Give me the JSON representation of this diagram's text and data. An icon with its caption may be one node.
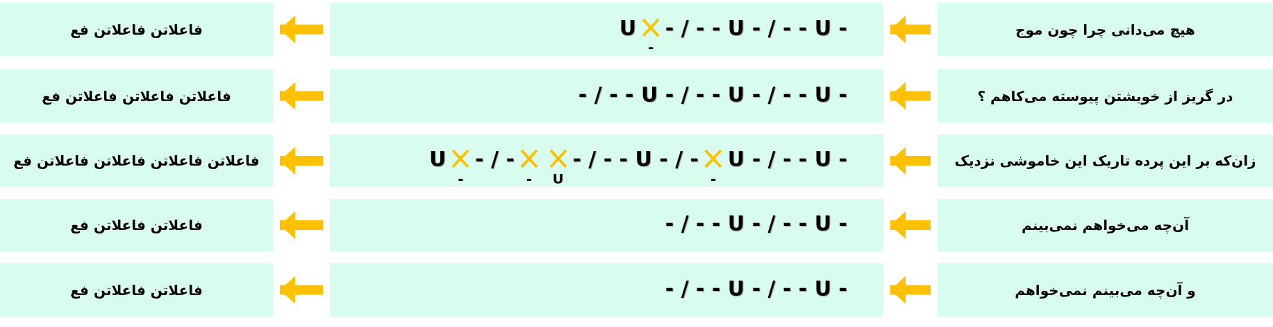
{
  "diagram": {
    "nodes": [
      {
        "text": [
          "هیچ می‌دانی چرا چون موج"
        ]
      },
      {
        "text": [
          "U    - / - - U - / - - U -",
          "-"
        ]
      },
      {
        "text": [
          "فاعلاتن فاعلاتن فع"
        ]
      },
      {
        "text": [
          "در گریز از خویشتن پیوسته می‌کاهم ؟"
        ]
      },
      {
        "text": [
          "- / - - U - / - - U - / - - U -"
        ]
      },
      {
        "text": [
          "فاعلاتن فاعلاتن فاعلاتن فع"
        ]
      },
      {
        "text": [
          "زان‌که بر این پرده تاریک این خاموشی نزدیک"
        ]
      },
      {
        "text": [
          "U    - / -        - / - - U - / -    U - / - - U -",
          "-",
          "-",
          "U",
          "-"
        ]
      },
      {
        "text": [
          "فاعلاتن فاعلاتن فاعلاتن فاعلاتن فع"
        ]
      },
      {
        "text": [
          "آن‌چه می‌خواهم نمی‌بینم"
        ]
      },
      {
        "text": [
          "- / - - U - / - - U -"
        ]
      },
      {
        "text": [
          "فاعلاتن فاعلاتن فع"
        ]
      },
      {
        "text": [
          "و آن‌چه می‌بینم نمی‌خواهم"
        ]
      },
      {
        "text": [
          "- / - - U - / - - U -"
        ]
      },
      {
        "text": [
          "فاعلاتن فاعلاتن فع"
        ]
      }
    ],
    "edges": [
      {
        "from": 0,
        "to": 1,
        "arrow": "to"
      },
      {
        "from": 1,
        "to": 2,
        "arrow": "to"
      },
      {
        "from": 3,
        "to": 4,
        "arrow": "to"
      },
      {
        "from": 4,
        "to": 5,
        "arrow": "to"
      },
      {
        "from": 6,
        "to": 7,
        "arrow": "to"
      },
      {
        "from": 7,
        "to": 8,
        "arrow": "to"
      },
      {
        "from": 9,
        "to": 10,
        "arrow": "to"
      },
      {
        "from": 10,
        "to": 11,
        "arrow": "to"
      },
      {
        "from": 12,
        "to": 13,
        "arrow": "to"
      },
      {
        "from": 13,
        "to": 14,
        "arrow": "to"
      }
    ]
  }
}
